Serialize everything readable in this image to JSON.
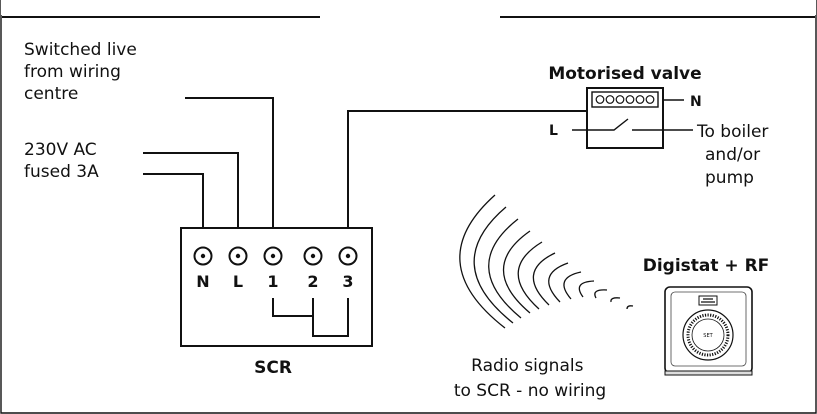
{
  "sources": {
    "switched_live": [
      "Switched live",
      "from wiring",
      "centre"
    ],
    "supply": [
      "230V AC",
      "fused 3A"
    ]
  },
  "scr": {
    "title": "SCR",
    "terminals": [
      "N",
      "L",
      "1",
      "2",
      "3"
    ]
  },
  "valve": {
    "title": "Motorised valve",
    "n_label": "N",
    "l_label": "L",
    "output": [
      "To boiler",
      "and/or",
      "pump"
    ]
  },
  "thermostat": {
    "title": "Digistat + RF",
    "dial_text": "SET"
  },
  "radio": {
    "caption": [
      "Radio signals",
      "to SCR - no wiring"
    ]
  }
}
